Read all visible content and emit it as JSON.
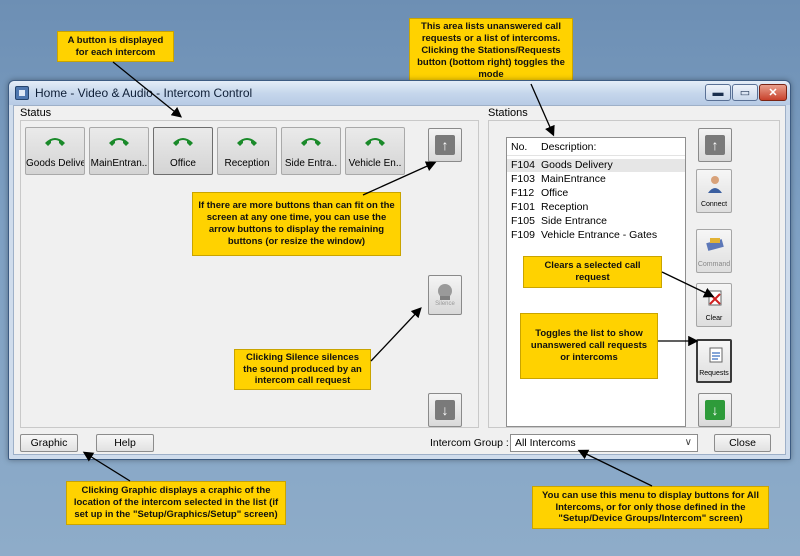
{
  "window": {
    "title": "Home - Video & Audio - Intercom Control",
    "minimize_icon": "minimize-icon",
    "maximize_icon": "maximize-icon",
    "close_icon": "close-icon"
  },
  "status": {
    "label": "Status",
    "intercoms": [
      {
        "label": "Goods Delive.."
      },
      {
        "label": "MainEntran.."
      },
      {
        "label": "Office"
      },
      {
        "label": "Reception"
      },
      {
        "label": "Side Entra.."
      },
      {
        "label": "Vehicle En.."
      }
    ],
    "silence_label": "Silence",
    "phone_color": "#1a8a2a"
  },
  "stations": {
    "label": "Stations",
    "columns": [
      "No.",
      "Description:"
    ],
    "rows": [
      {
        "no": "F104",
        "description": "Goods Delivery"
      },
      {
        "no": "F103",
        "description": "MainEntrance"
      },
      {
        "no": "F112",
        "description": "Office"
      },
      {
        "no": "F101",
        "description": "Reception"
      },
      {
        "no": "F105",
        "description": "Side Entrance"
      },
      {
        "no": "F109",
        "description": "Vehicle Entrance - Gates"
      }
    ],
    "buttons": {
      "connect": "Connect",
      "command": "Command",
      "clear": "Clear",
      "requests": "Requests"
    }
  },
  "footer": {
    "graphic": "Graphic",
    "help": "Help",
    "group_label": "Intercom Group :",
    "group_value": "All Intercoms",
    "close": "Close"
  },
  "callouts": {
    "button_displayed": "A button is displayed for each intercom",
    "area_lists": "This area lists unanswered call requests or a list of intercoms. Clicking the Stations/Requests button (bottom right) toggles the mode",
    "more_buttons": "If there are more buttons than can fit on the screen at any one time, you can use the arrow buttons to display the remaining buttons (or resize the window)",
    "clears": "Clears a selected call request",
    "toggles": "Toggles the list to show unanswered call requests or intercoms",
    "silence": "Clicking Silence silences the sound produced by an intercom call request",
    "graphic": "Clicking Graphic displays a craphic of the location of the intercom selected in the list (if set up in the \"Setup/Graphics/Setup\" screen)",
    "menu": "You can use this menu to display buttons for All Intercoms, or for only those defined in the \"Setup/Device Groups/Intercom\" screen)"
  },
  "colors": {
    "callout": "#ffd200",
    "accent": "#2e9b3a"
  }
}
